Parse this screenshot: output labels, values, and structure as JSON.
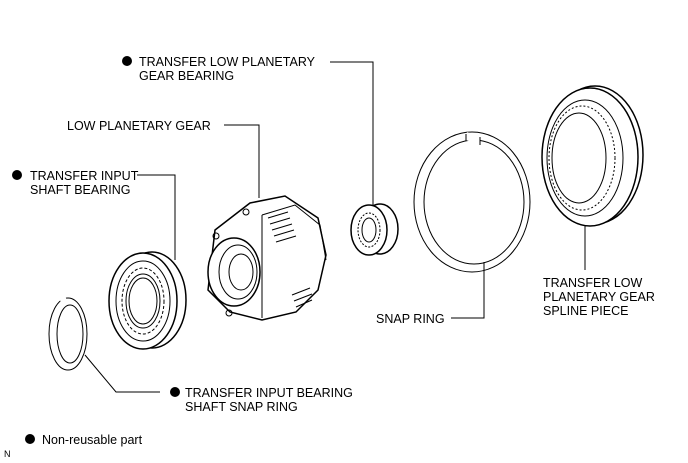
{
  "labels": {
    "low_planetary_bearing": [
      "TRANSFER LOW PLANETARY",
      "GEAR BEARING"
    ],
    "low_planetary_gear": "LOW PLANETARY GEAR",
    "input_shaft_bearing": [
      "TRANSFER INPUT",
      "SHAFT BEARING"
    ],
    "snap_ring": "SNAP RING",
    "spline_piece": [
      "TRANSFER LOW",
      "PLANETARY GEAR",
      "SPLINE PIECE"
    ],
    "input_bearing_snap_ring": [
      "TRANSFER INPUT BEARING",
      "SHAFT SNAP RING"
    ]
  },
  "legend": {
    "text": "Non-reusable part",
    "symbol": "filled-dot"
  },
  "corner_mark": "N"
}
